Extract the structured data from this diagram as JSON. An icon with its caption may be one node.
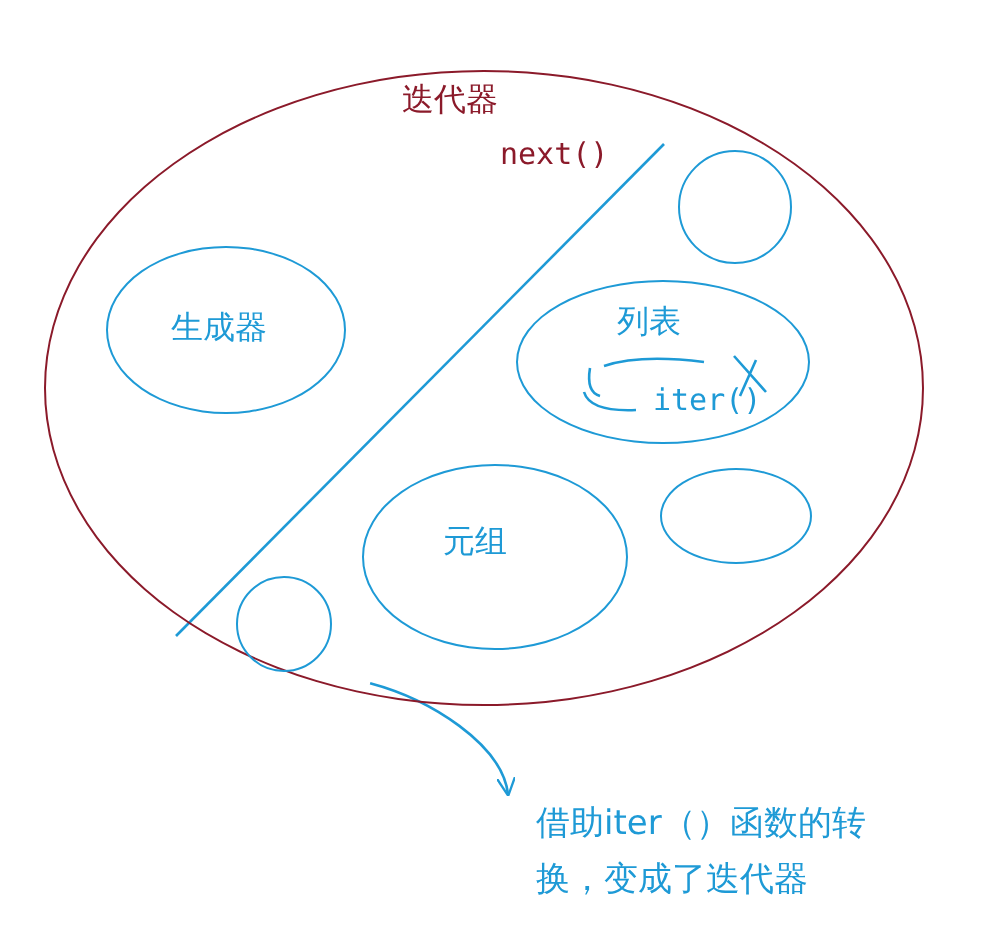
{
  "diagram": {
    "nodes": [
      {
        "text": [
          "迭代器"
        ]
      },
      {
        "text": [],
        "shape": "circle",
        "in": 0
      },
      {
        "text": [
          "生成器"
        ],
        "in": 0
      },
      {
        "text": [
          "列表",
          "iter()"
        ],
        "in": 0
      },
      {
        "text": [],
        "shape": "ellipse",
        "in": 0
      },
      {
        "text": [
          "元组"
        ],
        "in": 0
      },
      {
        "text": [],
        "shape": "circle",
        "in": 0
      },
      {
        "text": [
          "借助iter（）函数的转换，变成了迭代器"
        ]
      }
    ],
    "edges": [
      {
        "from": 0,
        "to": 7,
        "arrow": "to"
      }
    ],
    "labels": [
      "next()"
    ]
  }
}
